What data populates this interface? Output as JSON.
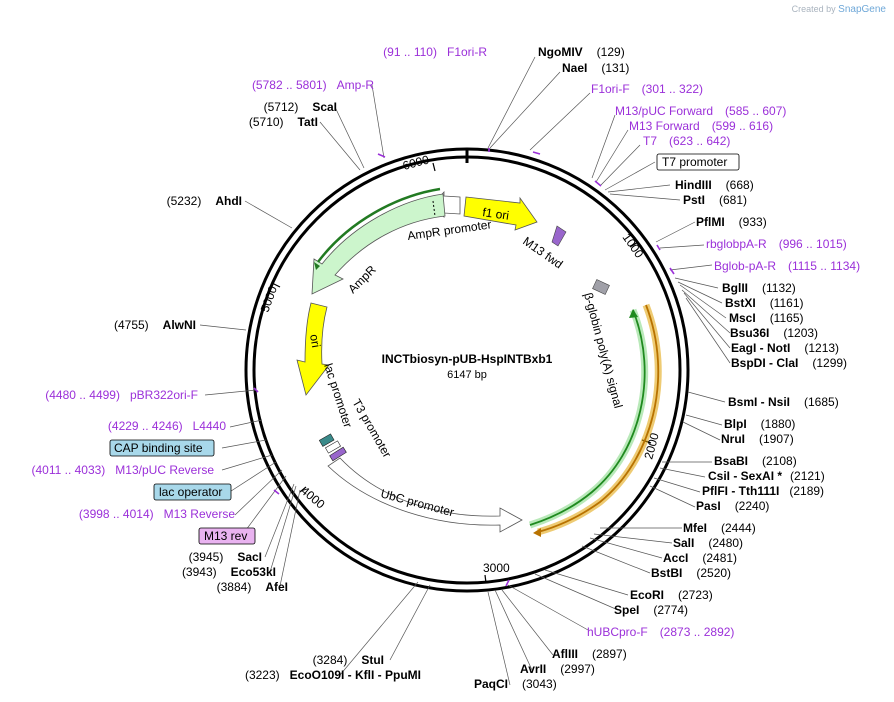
{
  "credit": {
    "prefix": "Created by",
    "brand": "SnapGene"
  },
  "plasmid": {
    "name": "INCTbiosyn-pUB-HspINTBxb1",
    "size": "6147 bp"
  },
  "ticks": [
    "1000",
    "2000",
    "3000",
    "4000",
    "5000",
    "6000"
  ],
  "enzymes": [
    {
      "name": "NgoMIV",
      "pos": "(129)"
    },
    {
      "name": "NaeI",
      "pos": "(131)"
    },
    {
      "name": "HindIII",
      "pos": "(668)"
    },
    {
      "name": "PstI",
      "pos": "(681)"
    },
    {
      "name": "PflMI",
      "pos": "(933)"
    },
    {
      "name": "BglII",
      "pos": "(1132)"
    },
    {
      "name": "BstXI",
      "pos": "(1161)"
    },
    {
      "name": "MscI",
      "pos": "(1165)"
    },
    {
      "name": "Bsu36I",
      "pos": "(1203)"
    },
    {
      "name": "EagI - NotI",
      "pos": "(1213)"
    },
    {
      "name": "BspDI - ClaI",
      "pos": "(1299)"
    },
    {
      "name": "BsmI - NsiI",
      "pos": "(1685)"
    },
    {
      "name": "BlpI",
      "pos": "(1880)"
    },
    {
      "name": "NruI",
      "pos": "(1907)"
    },
    {
      "name": "BsaBI",
      "pos": "(2108)"
    },
    {
      "name": "CsiI - SexAI *",
      "pos": "(2121)"
    },
    {
      "name": "PflFI - Tth111I",
      "pos": "(2189)"
    },
    {
      "name": "PasI",
      "pos": "(2240)"
    },
    {
      "name": "MfeI",
      "pos": "(2444)"
    },
    {
      "name": "SalI",
      "pos": "(2480)"
    },
    {
      "name": "AccI",
      "pos": "(2481)"
    },
    {
      "name": "BstBI",
      "pos": "(2520)"
    },
    {
      "name": "EcoRI",
      "pos": "(2723)"
    },
    {
      "name": "SpeI",
      "pos": "(2774)"
    },
    {
      "name": "AflIII",
      "pos": "(2897)"
    },
    {
      "name": "AvrII",
      "pos": "(2997)"
    },
    {
      "name": "PaqCI",
      "pos": "(3043)"
    },
    {
      "name": "StuI",
      "pos": "(3284)"
    },
    {
      "name": "EcoO109I - KflI - PpuMI",
      "pos": "(3223)"
    },
    {
      "name": "AfeI",
      "pos": "(3884)"
    },
    {
      "name": "Eco53kI",
      "pos": "(3943)"
    },
    {
      "name": "SacI",
      "pos": "(3945)"
    },
    {
      "name": "AlwNI",
      "pos": "(4755)"
    },
    {
      "name": "AhdI",
      "pos": "(5232)"
    },
    {
      "name": "TatI",
      "pos": "(5710)"
    },
    {
      "name": "ScaI",
      "pos": "(5712)"
    }
  ],
  "primers": [
    {
      "name": "F1ori-R",
      "range": "(91 .. 110)"
    },
    {
      "name": "Amp-R",
      "range": "(5782 .. 5801)"
    },
    {
      "name": "F1ori-F",
      "range": "(301 .. 322)"
    },
    {
      "name": "M13/pUC Forward",
      "range": "(585 .. 607)"
    },
    {
      "name": "M13 Forward",
      "range": "(599 .. 616)"
    },
    {
      "name": "T7",
      "range": "(623 .. 642)"
    },
    {
      "name": "rbglobpA-R",
      "range": "(996 .. 1015)"
    },
    {
      "name": "Bglob-pA-R",
      "range": "(1115 .. 1134)"
    },
    {
      "name": "pBR322ori-F",
      "range": "(4480 .. 4499)"
    },
    {
      "name": "L4440",
      "range": "(4229 .. 4246)"
    },
    {
      "name": "M13/pUC Reverse",
      "range": "(4011 .. 4033)"
    },
    {
      "name": "M13 Reverse",
      "range": "(3998 .. 4014)"
    },
    {
      "name": "hUBCpro-F",
      "range": "(2873 .. 2892)"
    }
  ],
  "boxed_features": [
    {
      "label": "T7 promoter",
      "color": "#ffffff"
    },
    {
      "label": "CAP binding site",
      "color": "#a8d8ea"
    },
    {
      "label": "lac operator",
      "color": "#a8d8ea"
    },
    {
      "label": "M13 rev",
      "color": "#e9b3f0"
    }
  ],
  "features": [
    {
      "label": "f1 ori",
      "color": "#ffff00"
    },
    {
      "label": "AmpR promoter",
      "color": "#ffffff"
    },
    {
      "label": "AmpR",
      "color": "#ccf5cc"
    },
    {
      "label": "M13 fwd",
      "color": "#9966cc"
    },
    {
      "label": "ori",
      "color": "#ffff00"
    },
    {
      "label": "lac promoter",
      "color": "#ffffff"
    },
    {
      "label": "T3 promoter",
      "color": "#ffffff"
    },
    {
      "label": "UbC promoter",
      "color": "#ffffff"
    },
    {
      "label": "β-globin poly(A) signal",
      "color": "#a0a0a8"
    }
  ]
}
